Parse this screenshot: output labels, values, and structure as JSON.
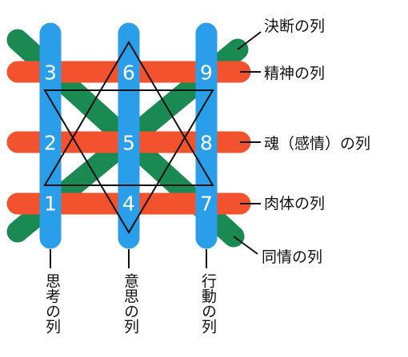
{
  "colors": {
    "vertical_bar": "#2a9ee8",
    "horizontal_bar": "#f2522e",
    "diagonal_bar": "#1b8a52",
    "star_outline": "#111111",
    "number_text": "#ffffff",
    "label_text": "#111111",
    "leader_line": "#111111"
  },
  "grid_numbers": {
    "n1": "1",
    "n2": "2",
    "n3": "3",
    "n4": "4",
    "n5": "5",
    "n6": "6",
    "n7": "7",
    "n8": "8",
    "n9": "9"
  },
  "right_labels": {
    "decision": "決断の列",
    "spirit": "精神の列",
    "soul": "魂（感情）の列",
    "body": "肉体の列",
    "compassion": "同情の列"
  },
  "bottom_labels": {
    "thought": "思考の列",
    "will": "意思の列",
    "action": "行動の列"
  }
}
